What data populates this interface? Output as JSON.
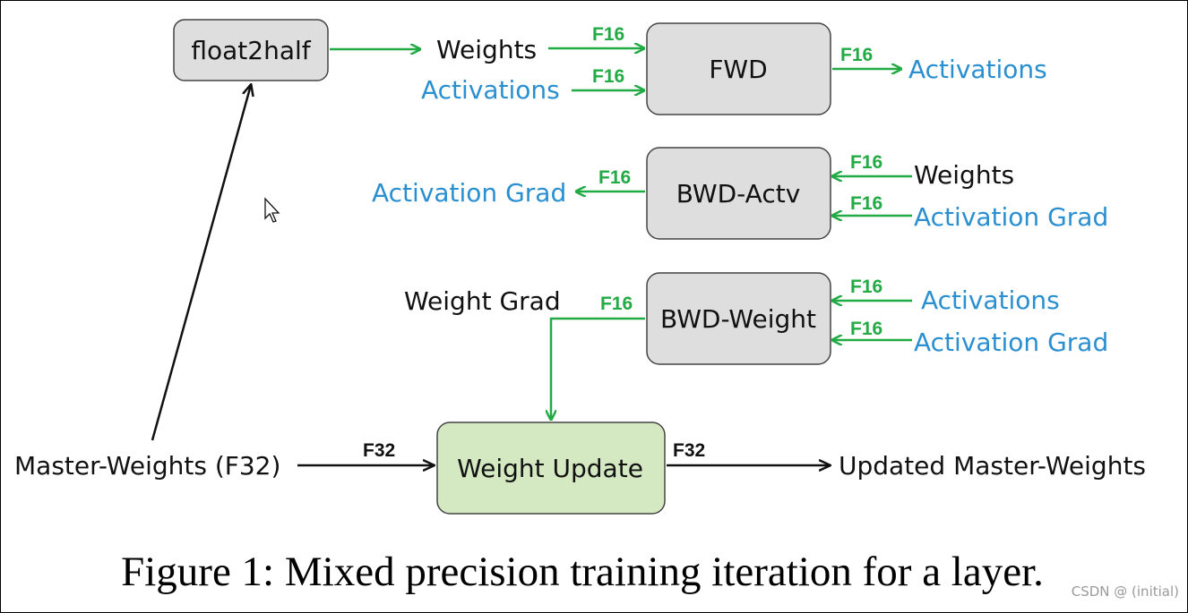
{
  "boxes": {
    "float2half": "float2half",
    "fwd": "FWD",
    "bwd_actv": "BWD-Actv",
    "bwd_weight": "BWD-Weight",
    "weight_update": "Weight Update"
  },
  "labels": {
    "fwd_in_weights": "Weights",
    "fwd_in_activations": "Activations",
    "fwd_out_activations": "Activations",
    "bwd_actv_out": "Activation Grad",
    "bwd_actv_in_weights": "Weights",
    "bwd_actv_in_grad": "Activation Grad",
    "bwd_weight_out": "Weight Grad",
    "bwd_weight_in_activations": "Activations",
    "bwd_weight_in_grad": "Activation Grad",
    "master_weights": "Master-Weights (F32)",
    "updated_master": "Updated Master-Weights"
  },
  "tags": {
    "f16": "F16",
    "f32": "F32"
  },
  "caption": "Figure 1: Mixed precision training iteration for a layer.",
  "watermark": "CSDN @ (initial)",
  "colors": {
    "green": "#22aa44",
    "blue": "#2a8fd0",
    "box_gray": "#dedede",
    "box_green": "#d4e8c2"
  }
}
